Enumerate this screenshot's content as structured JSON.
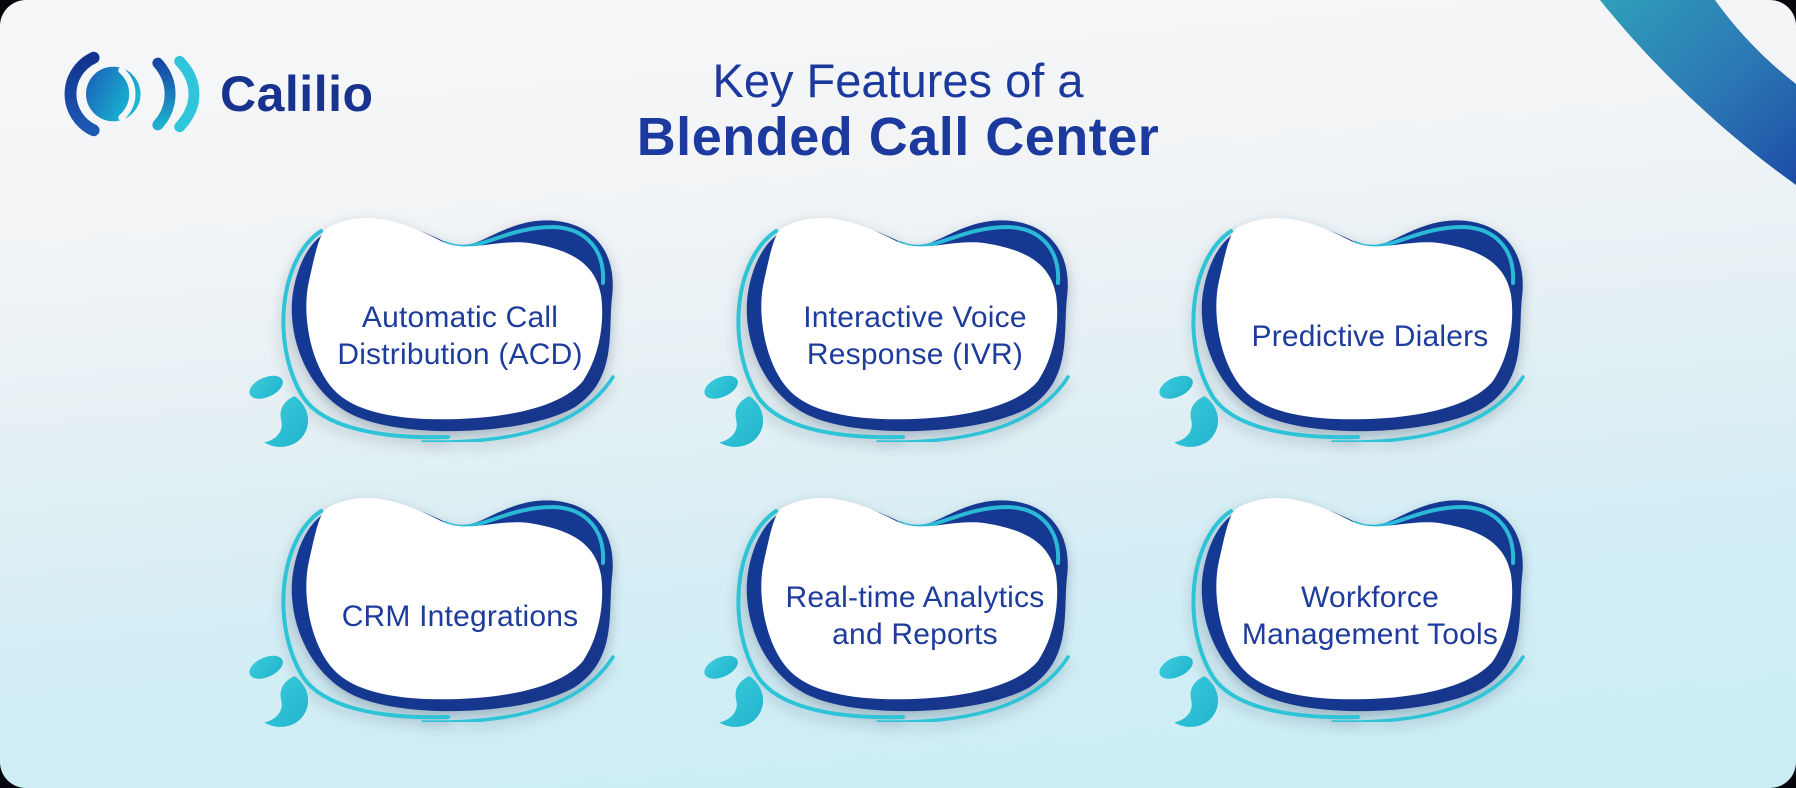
{
  "brand": {
    "name": "Calilio",
    "logo_icon": "soundwave-call-icon"
  },
  "title": {
    "line1": "Key Features of a",
    "line2": "Blended Call Center"
  },
  "cards": [
    {
      "label": "Automatic Call Distribution (ACD)"
    },
    {
      "label": "Interactive Voice Response (IVR)"
    },
    {
      "label": "Predictive Dialers"
    },
    {
      "label": "CRM Integrations"
    },
    {
      "label": "Real-time Analytics and Reports"
    },
    {
      "label": "Workforce Management Tools"
    }
  ],
  "icons": {
    "droplet": "water-splash-icon",
    "corner": "corner-swoosh-band",
    "card_shape": "organic-blob-card"
  },
  "colors": {
    "title_text": "#1c3a9e",
    "card_text": "#1d3c9c",
    "navy_blob": "#153a93",
    "teal_accent": "#2cc4d6",
    "droplet_teal": "#2fc3d5",
    "brand_text": "#17338f",
    "corner_band_teal": "#2f9fba",
    "corner_band_blue": "#1d4da6",
    "background_top": "#f7f7f8",
    "background_bottom": "#c9ecf5"
  }
}
